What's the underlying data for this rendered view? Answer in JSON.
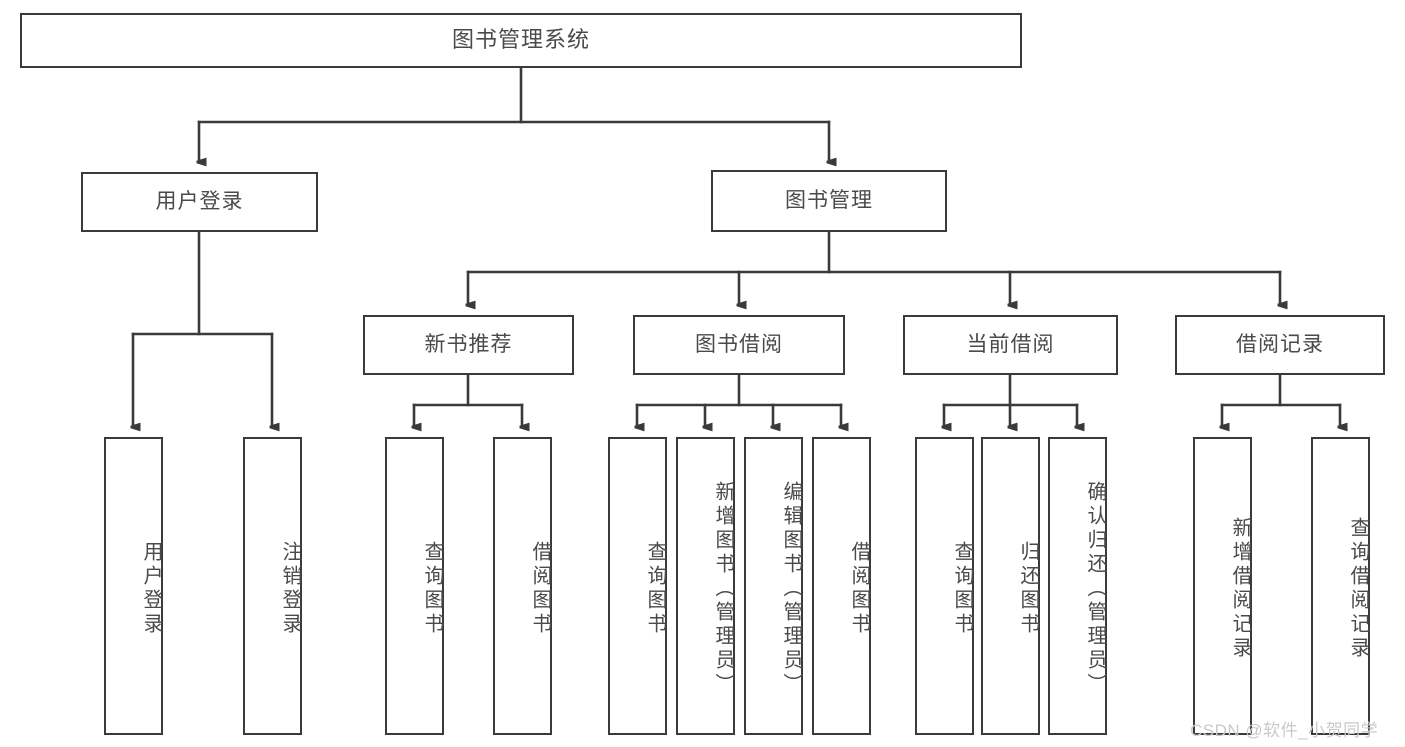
{
  "diagram": {
    "title": "图书管理系统",
    "root": {
      "label": "图书管理系统"
    },
    "level2": [
      {
        "label": "用户登录"
      },
      {
        "label": "图书管理"
      }
    ],
    "level3": [
      {
        "label": "新书推荐"
      },
      {
        "label": "图书借阅"
      },
      {
        "label": "当前借阅"
      },
      {
        "label": "借阅记录"
      }
    ],
    "leaves": {
      "user_login": [
        {
          "label": "用户登录"
        },
        {
          "label": "注销登录"
        }
      ],
      "new_book": [
        {
          "label": "查询图书"
        },
        {
          "label": "借阅图书"
        }
      ],
      "book_borrow": [
        {
          "label": "查询图书"
        },
        {
          "label": "新增图书（管理员）"
        },
        {
          "label": "编辑图书（管理员）"
        },
        {
          "label": "借阅图书"
        }
      ],
      "current_borrow": [
        {
          "label": "查询图书"
        },
        {
          "label": "归还图书"
        },
        {
          "label": "确认归还（管理员）"
        }
      ],
      "borrow_record": [
        {
          "label": "新增借阅记录"
        },
        {
          "label": "查询借阅记录"
        }
      ]
    }
  },
  "watermark": {
    "text": "CSDN @软件_小贺同学"
  },
  "colors": {
    "border": "#3a3a3a",
    "text": "#4a4a4a",
    "background": "#ffffff",
    "watermark": "#c9c9c9"
  }
}
